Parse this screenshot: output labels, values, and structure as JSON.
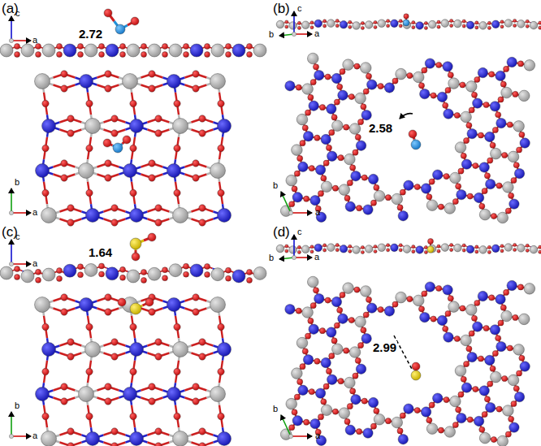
{
  "diagram": {
    "labels": [
      "(a)",
      "2.72",
      "c",
      "a",
      "b",
      "a",
      "(b)",
      "c",
      "b",
      "a",
      "2.58",
      "b",
      "a",
      "(c)",
      "1.64",
      "c",
      "a",
      "b",
      "a",
      "(d)",
      "c",
      "b",
      "a",
      "2.99",
      "b",
      "a"
    ]
  }
}
